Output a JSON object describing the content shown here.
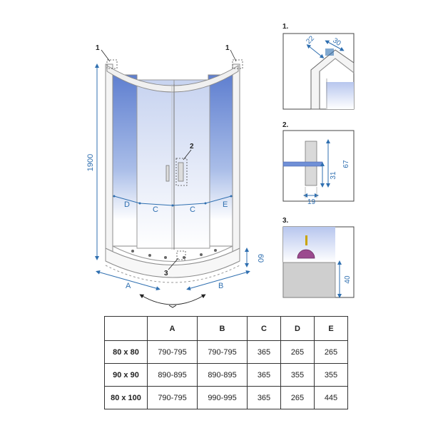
{
  "main_view": {
    "height_label": "1900",
    "base_height_label": "60",
    "width_label_a": "A",
    "width_label_b": "B",
    "segment_d": "D",
    "segment_c_left": "C",
    "segment_c_right": "C",
    "segment_e": "E",
    "callout_1_left": "1",
    "callout_1_right": "1",
    "callout_2": "2",
    "callout_3": "3"
  },
  "details": [
    {
      "number": "1.",
      "dim_a": "22",
      "dim_b": "30"
    },
    {
      "number": "2.",
      "dim_a": "67",
      "dim_b": "31",
      "dim_c": "19"
    },
    {
      "number": "3.",
      "dim_a": "40"
    }
  ],
  "table": {
    "headers": [
      "",
      "A",
      "B",
      "C",
      "D",
      "E"
    ],
    "rows": [
      [
        "80 x 80",
        "790-795",
        "790-795",
        "365",
        "265",
        "265"
      ],
      [
        "90 x 90",
        "890-895",
        "890-895",
        "365",
        "355",
        "355"
      ],
      [
        "80 x 100",
        "790-795",
        "990-995",
        "365",
        "265",
        "445"
      ]
    ]
  },
  "colors": {
    "dimension_blue": "#2f6fb0",
    "glass_blue": "#6f8fd6",
    "frame_grey": "#9a9a9a"
  }
}
